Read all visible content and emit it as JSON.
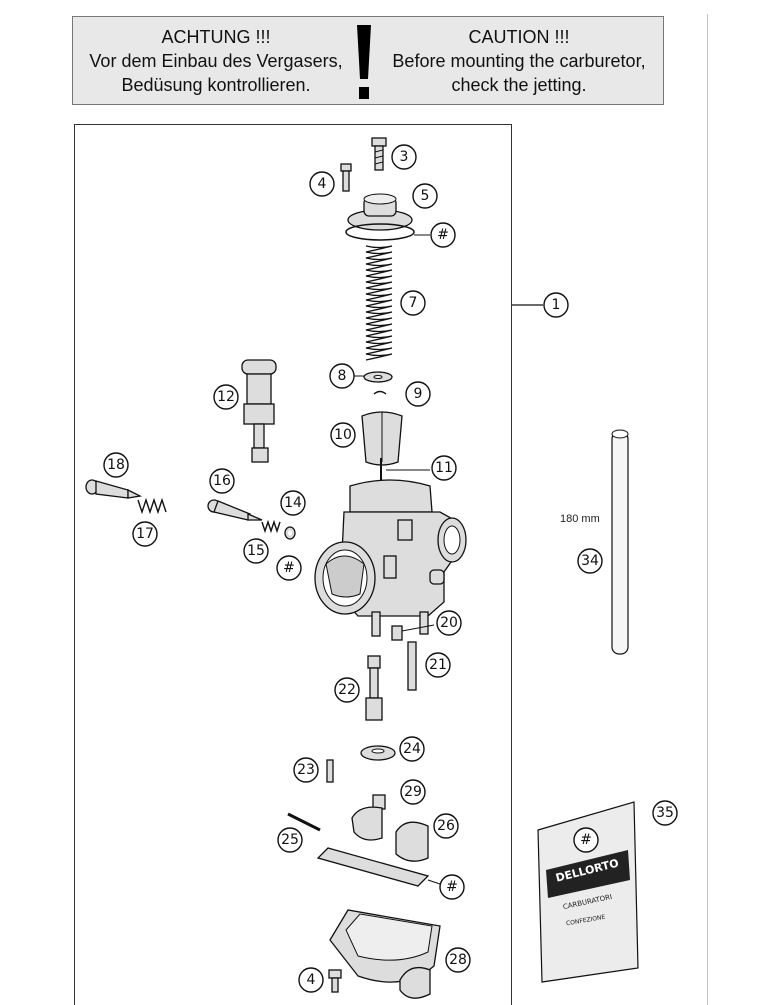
{
  "caution": {
    "de_title": "ACHTUNG !!!",
    "de_line1": "Vor dem Einbau des Vergasers,",
    "de_line2": "Bedüsung kontrollieren.",
    "en_title": "CAUTION !!!",
    "en_line1": "Before mounting the carburetor,",
    "en_line2": "check the jetting."
  },
  "dimension_label": "180 mm",
  "callouts": {
    "c1": "1",
    "c3": "3",
    "c4a": "4",
    "c5": "5",
    "c_hash1": "#",
    "c7": "7",
    "c8": "8",
    "c9": "9",
    "c10": "10",
    "c11": "11",
    "c12": "12",
    "c14": "14",
    "c15": "15",
    "c16": "16",
    "c17": "17",
    "c18": "18",
    "c_hash2": "#",
    "c20": "20",
    "c21": "21",
    "c22": "22",
    "c23": "23",
    "c24": "24",
    "c25": "25",
    "c26": "26",
    "c28": "28",
    "c29": "29",
    "c_hash3": "#",
    "c4b": "4",
    "c34": "34",
    "c35": "35",
    "c_hash4": "#"
  },
  "bag": {
    "brand": "DELLORTO",
    "line1": "CARBURATORI",
    "line2": "CONFEZIONE"
  }
}
